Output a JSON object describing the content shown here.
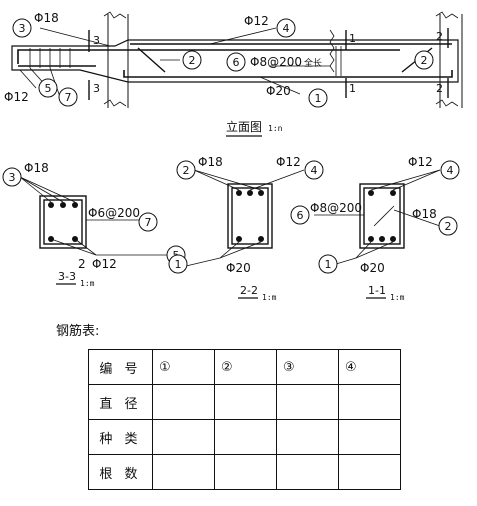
{
  "elevation": {
    "bar_labels": {
      "bar3_top": "Φ18",
      "bar4_top": "Φ12",
      "bar6": "Φ8@200",
      "full_length": "全长",
      "bar1": "Φ20",
      "bar5_bottom": "Φ12"
    },
    "callouts": [
      "3",
      "4",
      "2",
      "6",
      "1",
      "5",
      "7",
      "2"
    ],
    "section_marks": [
      "3",
      "3",
      "1",
      "1",
      "2",
      "2"
    ],
    "caption": "立面图",
    "caption_scale": "1:n"
  },
  "sections": [
    {
      "id": "3-3",
      "scale": "1:m",
      "labels": [
        "Φ18",
        "Φ6@200",
        "2",
        "Φ12"
      ],
      "callouts": [
        "3",
        "7",
        "5"
      ]
    },
    {
      "id": "2-2",
      "scale": "1:m",
      "labels": [
        "Φ18",
        "Φ12",
        "Φ20"
      ],
      "callouts": [
        "2",
        "4",
        "1"
      ]
    },
    {
      "id": "1-1",
      "scale": "1:m",
      "labels": [
        "Φ12",
        "Φ8@200",
        "Φ18",
        "Φ20"
      ],
      "callouts": [
        "4",
        "6",
        "2",
        "1"
      ]
    }
  ],
  "table": {
    "title": "钢筋表:",
    "header": [
      "编  号",
      "①",
      "②",
      "③",
      "④"
    ],
    "rows": [
      [
        "直  径",
        "",
        "",
        "",
        ""
      ],
      [
        "种  类",
        "",
        "",
        "",
        ""
      ],
      [
        "根  数",
        "",
        "",
        "",
        ""
      ]
    ]
  }
}
